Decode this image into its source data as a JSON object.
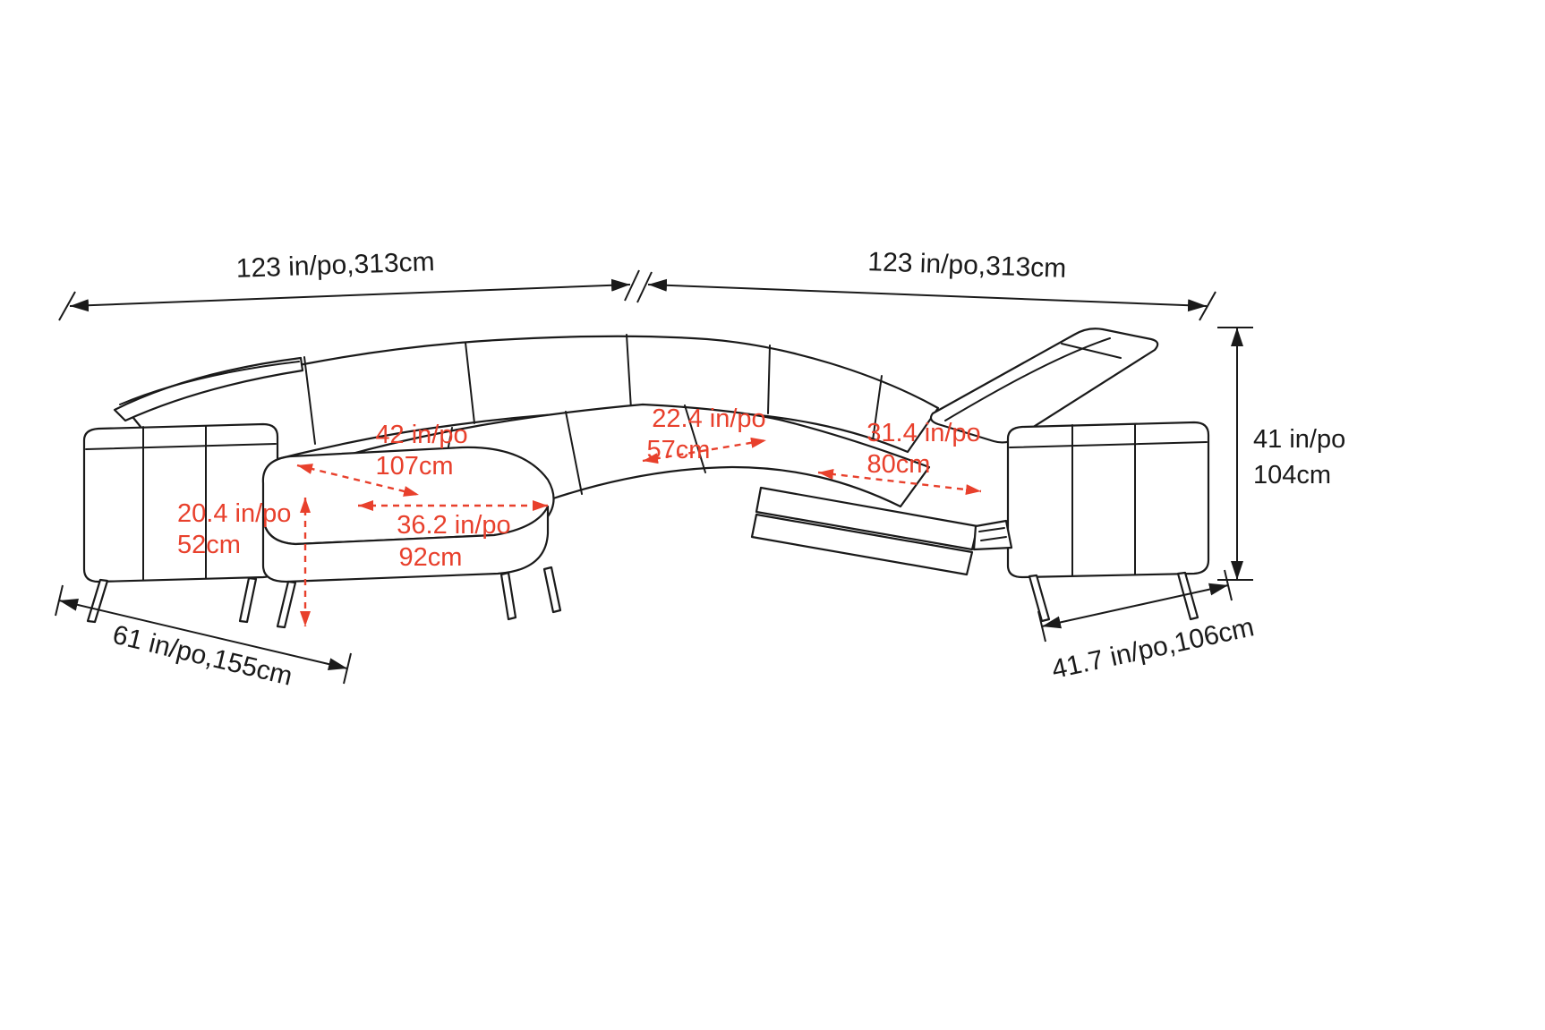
{
  "diagram": {
    "type": "furniture-dimension-diagram",
    "subject": "sectional sofa with chaise and power recliner - dimension drawing",
    "colors": {
      "line": "#1a1a1a",
      "dimension_red": "#e8402c",
      "background": "#ffffff"
    },
    "dimensions": {
      "overall_width_left": "123 in/po,313cm",
      "overall_width_right": "123 in/po,313cm",
      "overall_height_line1": "41 in/po",
      "overall_height_line2": "104cm",
      "left_section_depth": "61 in/po,155cm",
      "right_section_depth": "41.7 in/po,106cm",
      "chaise_diagonal_line1": "42 in/po",
      "chaise_diagonal_line2": "107cm",
      "chaise_width_line1": "36.2 in/po",
      "chaise_width_line2": "92cm",
      "seat_height_line1": "20.4 in/po",
      "seat_height_line2": "52cm",
      "seat_depth_line1": "22.4 in/po",
      "seat_depth_line2": "57cm",
      "recliner_extension_line1": "31.4 in/po",
      "recliner_extension_line2": "80cm"
    }
  }
}
